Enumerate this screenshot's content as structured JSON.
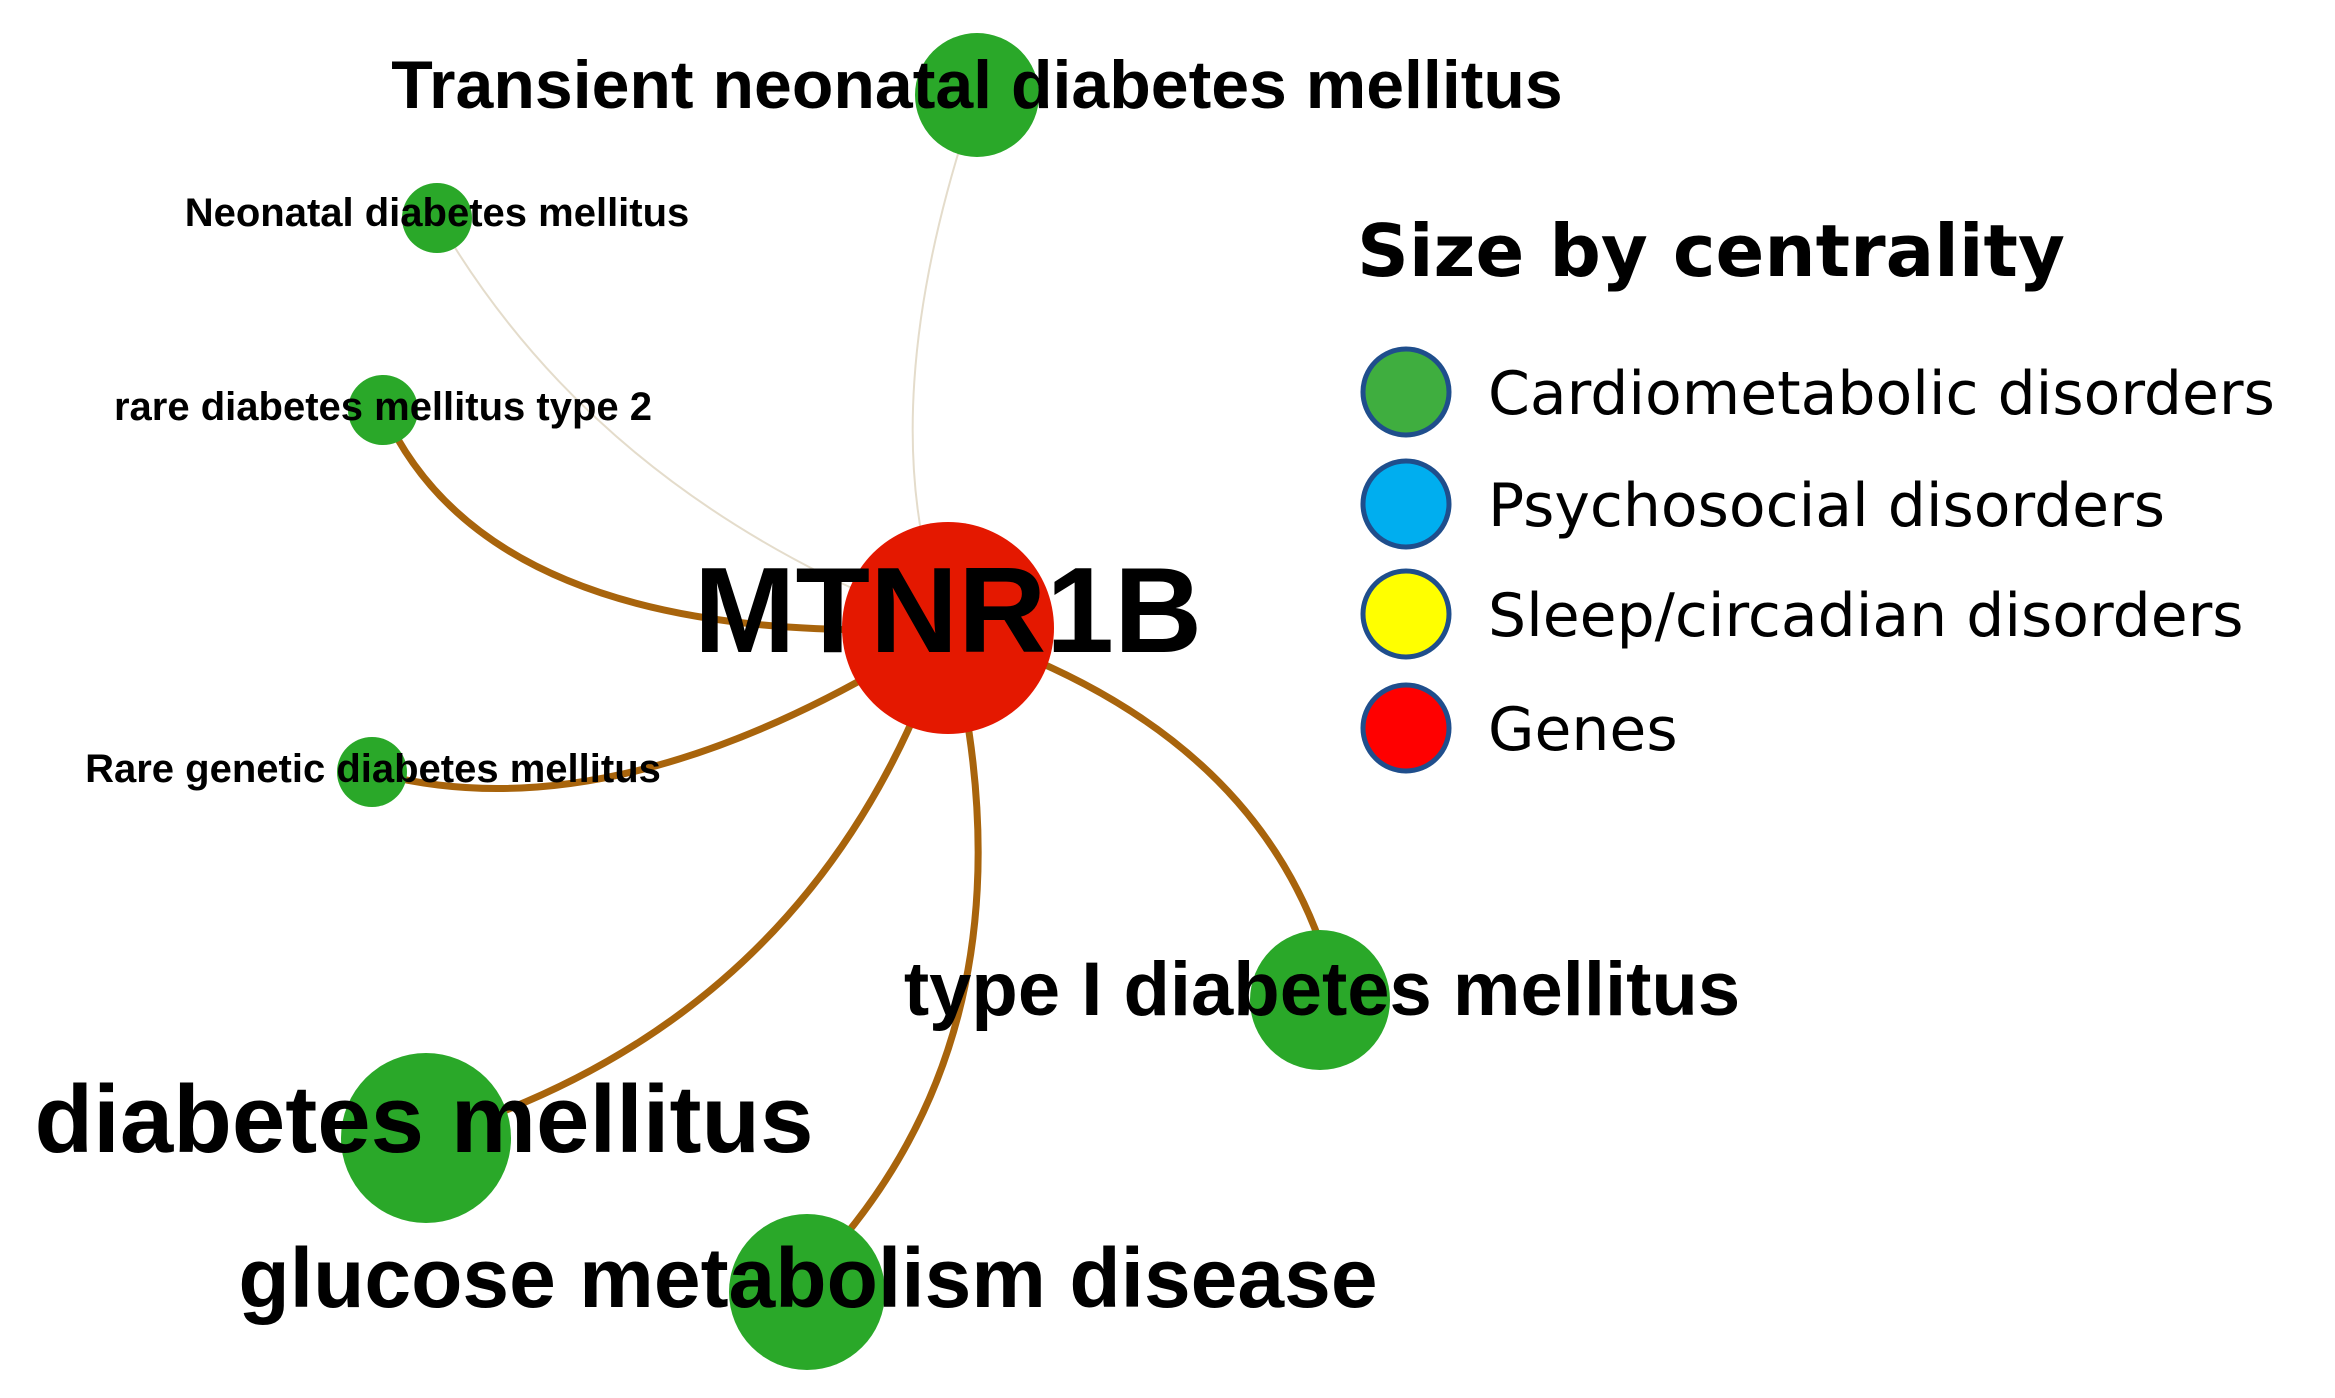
{
  "network": {
    "center": {
      "label": "MTNR1B",
      "category": "Genes"
    },
    "nodes": [
      {
        "id": "transient",
        "label": "Transient neonatal diabetes mellitus",
        "category": "Cardiometabolic disorders"
      },
      {
        "id": "neonatal",
        "label": "Neonatal diabetes mellitus",
        "category": "Cardiometabolic disorders"
      },
      {
        "id": "rare-t2",
        "label": "rare diabetes mellitus type 2",
        "category": "Cardiometabolic disorders"
      },
      {
        "id": "rare-genetic",
        "label": "Rare genetic diabetes mellitus",
        "category": "Cardiometabolic disorders"
      },
      {
        "id": "type1",
        "label": "type I diabetes mellitus",
        "category": "Cardiometabolic disorders"
      },
      {
        "id": "dm",
        "label": "diabetes mellitus",
        "category": "Cardiometabolic disorders"
      },
      {
        "id": "glucose",
        "label": "glucose metabolism disease",
        "category": "Cardiometabolic disorders"
      }
    ],
    "edges": [
      {
        "from": "MTNR1B",
        "to": "transient",
        "strength": "faint"
      },
      {
        "from": "MTNR1B",
        "to": "neonatal",
        "strength": "faint"
      },
      {
        "from": "MTNR1B",
        "to": "rare-t2",
        "strength": "strong"
      },
      {
        "from": "MTNR1B",
        "to": "rare-genetic",
        "strength": "strong"
      },
      {
        "from": "MTNR1B",
        "to": "type1",
        "strength": "strong"
      },
      {
        "from": "MTNR1B",
        "to": "dm",
        "strength": "strong"
      },
      {
        "from": "MTNR1B",
        "to": "glucose",
        "strength": "strong"
      }
    ]
  },
  "legend": {
    "title": "Size by centrality",
    "items": [
      {
        "label": "Cardiometabolic disorders",
        "color": "#3fae3f"
      },
      {
        "label": "Psychosocial disorders",
        "color": "#00aeef"
      },
      {
        "label": "Sleep/circadian disorders",
        "color": "#ffff00"
      },
      {
        "label": "Genes",
        "color": "#ff0000"
      }
    ],
    "border_color": "#1f4e8c"
  },
  "colors": {
    "disease_node": "#2aa829",
    "gene_node": "#e41800",
    "edge_strong": "#a8640c",
    "edge_faint": "#e4dccb"
  }
}
